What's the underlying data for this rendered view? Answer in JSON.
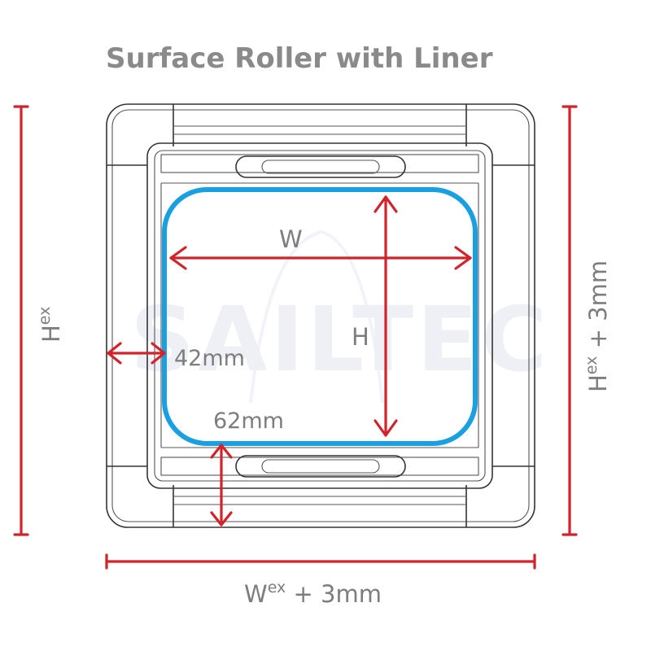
{
  "title": "Surface Roller with Liner",
  "watermark": "SAILTEC",
  "labels": {
    "width_inner": "W",
    "height_inner": "H",
    "side_margin": "42mm",
    "bottom_margin": "62mm",
    "height_ext_left": {
      "main": "H",
      "sup": "ex"
    },
    "height_ext_right": {
      "main": "H",
      "sup": "ex",
      "suffix": " + 3mm"
    },
    "width_ext_bottom": {
      "main": "W",
      "sup": "ex",
      "suffix": " + 3mm"
    }
  },
  "colors": {
    "dimension": "#d2232a",
    "liner": "#1a9fe0",
    "frame": "#333333",
    "text": "#7d7d7d"
  }
}
